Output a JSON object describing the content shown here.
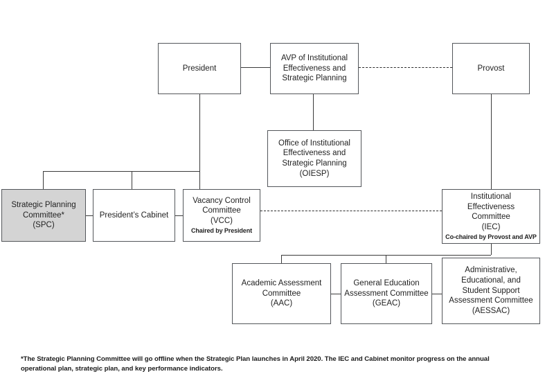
{
  "chart": {
    "type": "org-chart",
    "title": "Institutional Effectiveness and Strategic Planning Organizational Chart",
    "colors": {
      "box_border": "#53565a",
      "box_fill": "#ffffff",
      "highlight_fill": "#d4d4d4",
      "line": "#3a3a3a",
      "text": "#1f1f1f",
      "background": "#ffffff"
    },
    "nodes": [
      {
        "id": "president",
        "name": "President",
        "abbr": "",
        "sub": "",
        "shaded": false
      },
      {
        "id": "avp",
        "name": "AVP of Institutional\nEffectiveness and\nStrategic Planning",
        "abbr": "",
        "sub": "",
        "shaded": false
      },
      {
        "id": "provost",
        "name": "Provost",
        "abbr": "",
        "sub": "",
        "shaded": false
      },
      {
        "id": "oiesp",
        "name": "Office of Institutional\nEffectiveness and\nStrategic Planning",
        "abbr": "(OIESP)",
        "sub": "",
        "shaded": false
      },
      {
        "id": "spc",
        "name": "Strategic Planning\nCommittee*",
        "abbr": "(SPC)",
        "sub": "",
        "shaded": true
      },
      {
        "id": "cabinet",
        "name": "President’s Cabinet",
        "abbr": "",
        "sub": "",
        "shaded": false
      },
      {
        "id": "vcc",
        "name": "Vacancy Control\nCommittee",
        "abbr": "(VCC)",
        "sub": "Chaired by President",
        "shaded": false
      },
      {
        "id": "iec",
        "name": "Institutional\nEffectiveness\nCommittee",
        "abbr": "(IEC)",
        "sub": "Co-chaired by Provost and AVP",
        "shaded": false
      },
      {
        "id": "aac",
        "name": "Academic Assessment\nCommittee",
        "abbr": "(AAC)",
        "sub": "",
        "shaded": false
      },
      {
        "id": "geac",
        "name": "General Education\nAssessment Committee",
        "abbr": "(GEAC)",
        "sub": "",
        "shaded": false
      },
      {
        "id": "aessac",
        "name": "Administrative,\nEducational, and\nStudent Support\nAssessment Committee",
        "abbr": "(AESSAC)",
        "sub": "",
        "shaded": false
      }
    ],
    "footnote": "*The Strategic Planning Committee will go offline when the Strategic Plan launches in April 2020. The IEC and Cabinet monitor progress on the annual operational plan, strategic plan, and key performance indicators."
  }
}
